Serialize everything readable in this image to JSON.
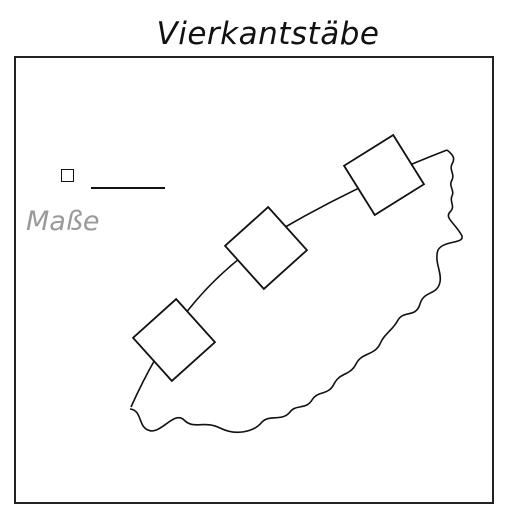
{
  "title": "Vierkantstäbe",
  "dimension": {
    "symbol": "square-symbol",
    "label": "Maße"
  },
  "colors": {
    "ink": "#111111",
    "label_grey": "#9a9a9a",
    "background": "#ffffff"
  }
}
